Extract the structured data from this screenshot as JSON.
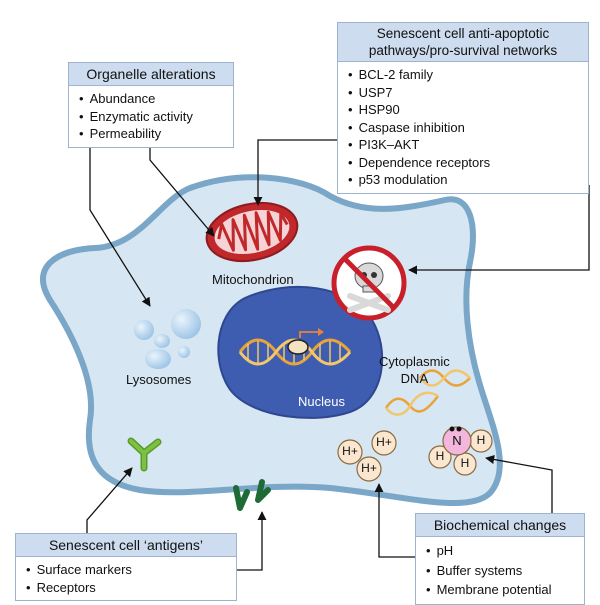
{
  "organelle": {
    "title": "Organelle alterations",
    "items": [
      "Abundance",
      "Enzymatic activity",
      "Permeability"
    ]
  },
  "senescent_pathways": {
    "title_line1": "Senescent cell anti-apoptotic",
    "title_line2": "pathways/pro-survival networks",
    "items": [
      "BCL-2 family",
      "USP7",
      "HSP90",
      "Caspase inhibition",
      "PI3K–AKT",
      "Dependence receptors",
      "p53 modulation"
    ]
  },
  "antigens": {
    "title": "Senescent cell ‘antigens’",
    "items": [
      "Surface markers",
      "Receptors"
    ]
  },
  "biochemical": {
    "title": "Biochemical changes",
    "items": [
      "pH",
      "Buffer systems",
      "Membrane potential"
    ]
  },
  "labels": {
    "mitochondrion": "Mitochondrion",
    "lysosomes": "Lysosomes",
    "nucleus": "Nucleus",
    "cytoplasmic_line1": "Cytoplasmic",
    "cytoplasmic_line2": "DNA"
  },
  "ions": {
    "h_plus": "H+",
    "n": "N",
    "h": "H"
  },
  "colors": {
    "cell_fill": "#d6e6f2",
    "cell_border": "#7aa6c8",
    "nucleus_fill": "#3f5db0",
    "mitochondrion": "#c0282b",
    "lysosome": "#a9cbea",
    "dna": "#e8a43a",
    "antigen_light": "#7cc142",
    "antigen_dark": "#1f6b36",
    "ion_fill": "#fbe7cf",
    "n_fill": "#f3b6dc",
    "prohibition": "#c8202a",
    "header_fill": "#cddcef"
  }
}
